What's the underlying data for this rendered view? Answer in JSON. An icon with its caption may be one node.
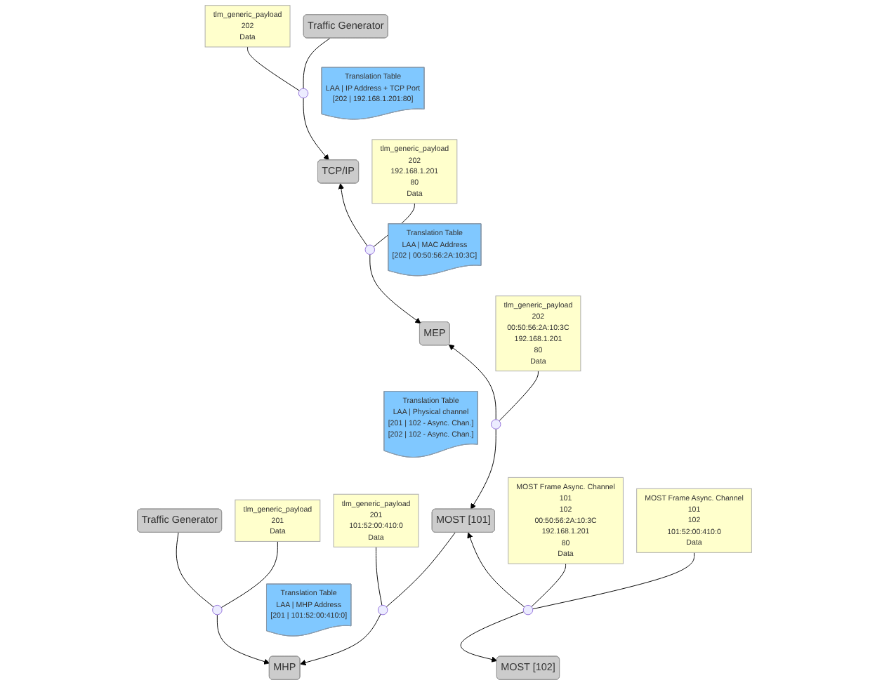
{
  "diagram": {
    "nodes": [
      {
        "text": [
          "tlm_generic_payload",
          "202",
          "Data"
        ]
      },
      {
        "text": [
          "Traffic Generator"
        ]
      },
      {
        "text": [
          "Traffic Generator"
        ]
      },
      {
        "text": [
          "tlm_generic_payload",
          "201",
          "Data"
        ]
      },
      {
        "text": [],
        "shape": "circle"
      },
      {
        "text": [],
        "shape": "circle"
      },
      {
        "text": [
          "Translation Table",
          "LAA | IP Address + TCP Port",
          "[202 | 192.168.1.201:80]"
        ]
      },
      {
        "text": [
          "TCP/IP"
        ]
      },
      {
        "text": [
          "MHP"
        ]
      },
      {
        "text": [
          "Translation Table",
          "LAA | MHP Address",
          "[201 | 101:52:00:410:0]"
        ]
      },
      {
        "text": [
          "tlm_generic_payload",
          "202",
          "192.168.1.201",
          "80",
          "Data"
        ]
      },
      {
        "text": [],
        "shape": "circle"
      },
      {
        "text": [
          "tlm_generic_payload",
          "201",
          "101:52:00:410:0",
          "Data"
        ]
      },
      {
        "text": [
          "MEP"
        ]
      },
      {
        "text": [],
        "shape": "circle"
      },
      {
        "text": [
          "Translation Table",
          "LAA | MAC Address",
          "[202 | 00:50:56:2A:10:3C]"
        ]
      },
      {
        "text": [
          "Translation Table",
          "LAA | Physical channel",
          "[201 | 102 - Async. Chan.]",
          "[202 | 102 - Async. Chan.]"
        ]
      },
      {
        "text": [],
        "shape": "circle"
      },
      {
        "text": [
          "tlm_generic_payload",
          "202",
          "00:50:56:2A:10:3C",
          "192.168.1.201",
          "80",
          "Data"
        ]
      },
      {
        "text": [
          "MOST [101]"
        ]
      },
      {
        "text": [
          "MOST [102]"
        ]
      },
      {
        "text": [],
        "shape": "circle"
      },
      {
        "text": [
          "MOST Frame Async. Channel",
          "101",
          "102",
          "00:50:56:2A:10:3C",
          "192.168.1.201",
          "80",
          "Data"
        ]
      },
      {
        "text": [
          "MOST Frame Async. Channel",
          "101",
          "102",
          "101:52:00:410:0",
          "Data"
        ]
      }
    ],
    "edges": [
      {
        "from": 1,
        "to": 4,
        "arrow": "none"
      },
      {
        "from": 0,
        "to": 4,
        "arrow": "none"
      },
      {
        "from": 4,
        "to": 7,
        "arrow": "to"
      },
      {
        "from": 2,
        "to": 5,
        "arrow": "none"
      },
      {
        "from": 3,
        "to": 5,
        "arrow": "none"
      },
      {
        "from": 5,
        "to": 8,
        "arrow": "to"
      },
      {
        "from": 11,
        "to": 7,
        "arrow": "to"
      },
      {
        "from": 10,
        "to": 11,
        "arrow": "none"
      },
      {
        "from": 11,
        "to": 13,
        "arrow": "to"
      },
      {
        "from": 17,
        "to": 13,
        "arrow": "to"
      },
      {
        "from": 18,
        "to": 17,
        "arrow": "none"
      },
      {
        "from": 17,
        "to": 19,
        "arrow": "to"
      },
      {
        "from": 19,
        "to": 14,
        "arrow": "none"
      },
      {
        "from": 12,
        "to": 14,
        "arrow": "none"
      },
      {
        "from": 14,
        "to": 8,
        "arrow": "to"
      },
      {
        "from": 21,
        "to": 19,
        "arrow": "to"
      },
      {
        "from": 21,
        "to": 20,
        "arrow": "to"
      },
      {
        "from": 22,
        "to": 21,
        "arrow": "none"
      },
      {
        "from": 23,
        "to": 21,
        "arrow": "none"
      }
    ]
  }
}
